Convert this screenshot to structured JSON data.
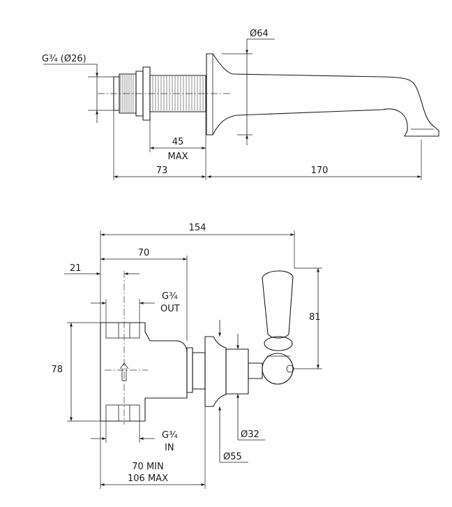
{
  "top_view": {
    "thread_label": "G¾ (Ø26)",
    "dia_spout": "Ø64",
    "dim_45": "45",
    "dim_max": "MAX",
    "dim_73": "73",
    "dim_170": "170"
  },
  "front_view": {
    "dim_154": "154",
    "dim_70": "70",
    "dim_21": "21",
    "out_g": "G¾",
    "out_label": "OUT",
    "in_g": "G¾",
    "in_label": "IN",
    "dim_78": "78",
    "dim_81": "81",
    "dia_32": "Ø32",
    "dia_55": "Ø55",
    "depth_min": "70 MIN",
    "depth_max": "106 MAX"
  }
}
